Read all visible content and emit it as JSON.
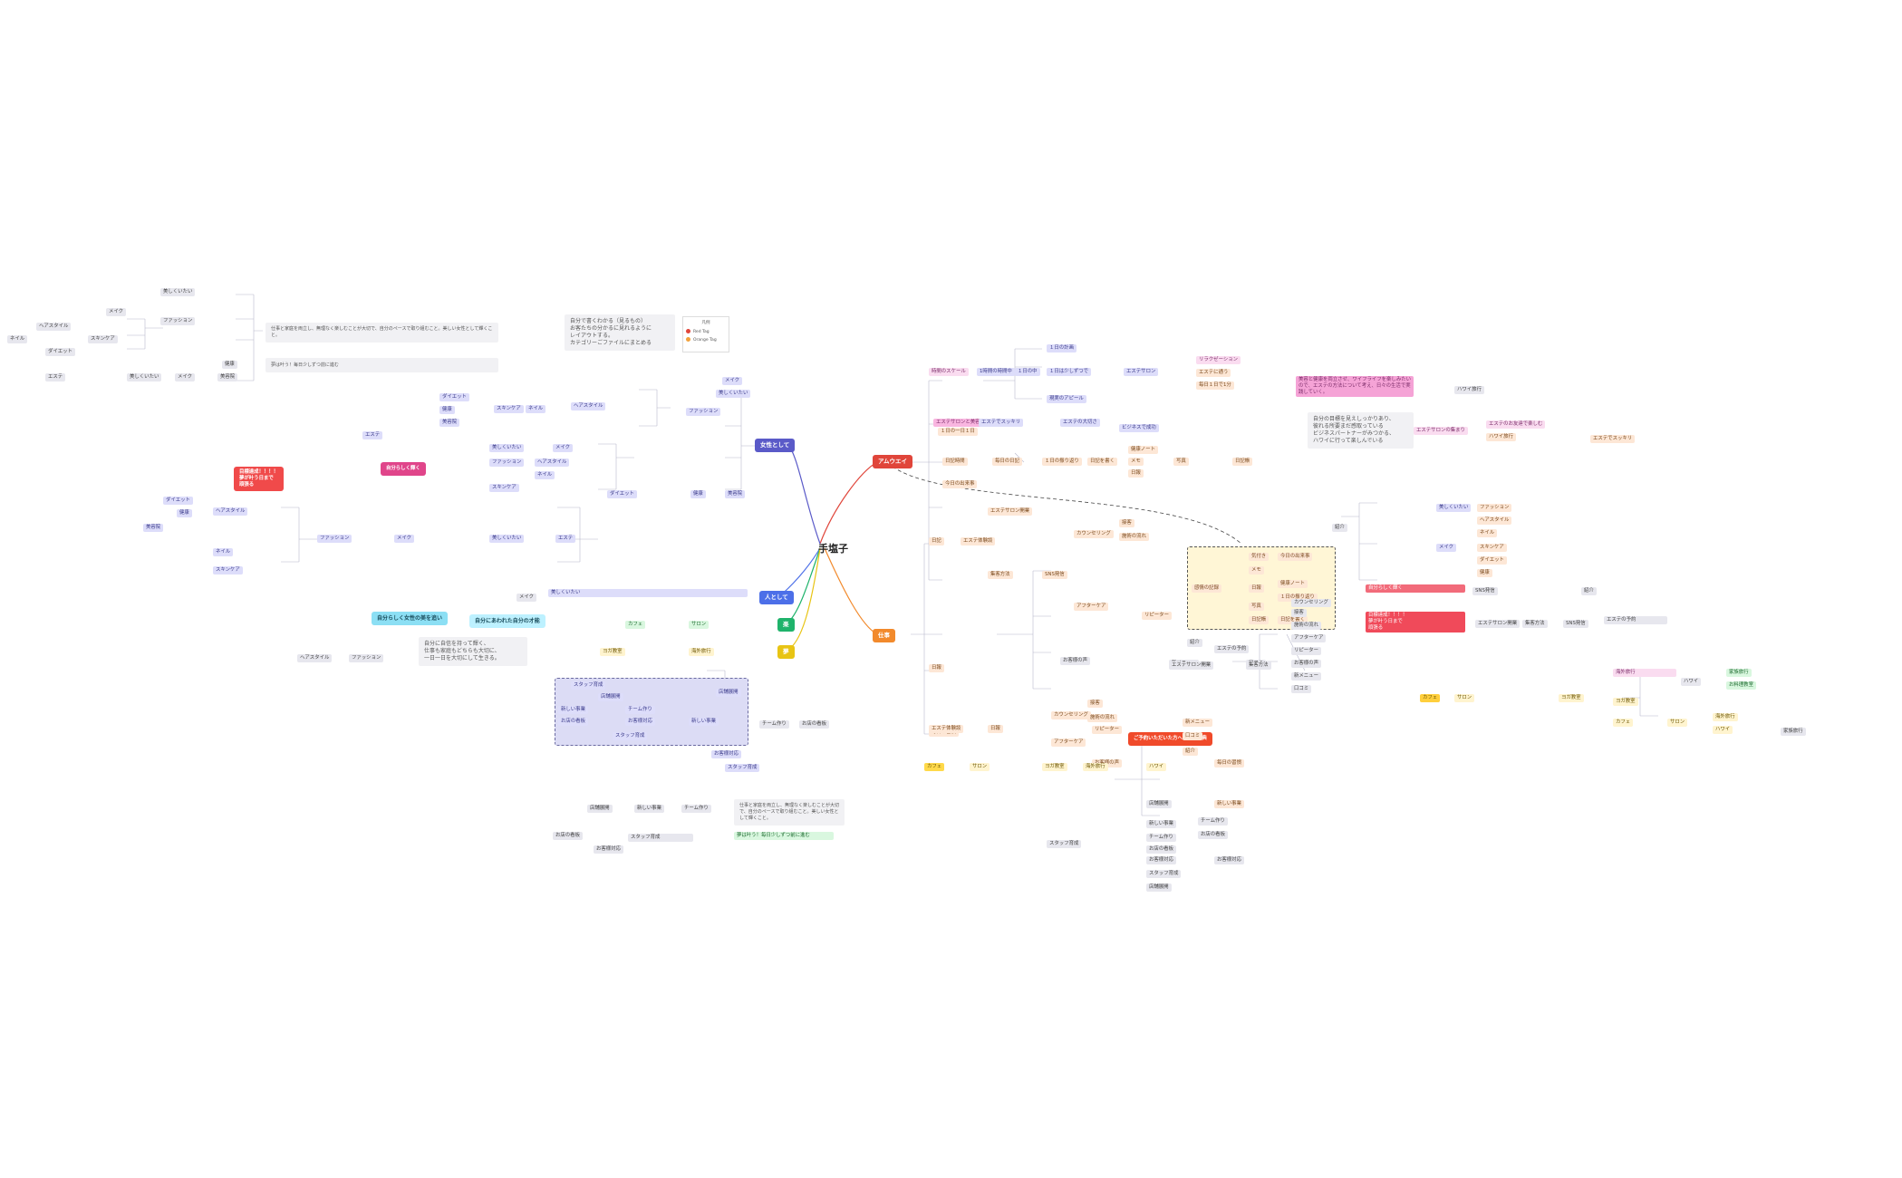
{
  "center": "手塩子",
  "main": {
    "awuei": "アムウエイ",
    "josei": "女性として",
    "hito": "人として",
    "kyomi": "楽",
    "yume": "夢",
    "shigoto": "仕事"
  },
  "intro_note": "自分で書くわかる（見るもの）\nお客たちの分かるに見れるように\nレイアウトする。\nカテゴリーごファイルにまとめる",
  "legend": {
    "title": "凡例",
    "red": "Red Tag",
    "orange": "Orange Tag"
  },
  "awuei_nodes": {
    "n1": "時間のスケール",
    "n2": "1時間の時間中",
    "n3": "１日の中",
    "n4": "１日は少しずつで",
    "n5": "１日の計画",
    "n6": "毎日１日で1分",
    "n7": "１日の一日１日",
    "n8": "エステサロン",
    "n9": "リラクゼーション",
    "n10": "エステに通う",
    "n11": "現実のアピール",
    "m1": "エステサロンと美容室",
    "m2": "エステでスッキリ",
    "m3": "エステの大切さ",
    "m4": "ビジネスで成功",
    "note_r": "自分の目標を見えしっかりあり、\n彼れる所要まだ感取っている\nビジネスパートナーがみつかる、\nハワイに行って楽しんでいる",
    "r1": "エステサロンの集まり",
    "r2": "エステのお友達で楽しむ",
    "r3": "ハワイ旅行",
    "pink_note": "美容と健康を両立させ、ワイフライフを楽しみたいので、エステの方法について考え、日々の生活で実践していく。"
  },
  "shigoto_nodes": {
    "s1": "日記時間",
    "s2": "毎日の日記",
    "s3": "１日の振り返り",
    "s4": "日記を書く",
    "s5": "健康ノート",
    "s6": "メモ",
    "s7": "日報",
    "s8": "写真",
    "s9": "日記帳",
    "s10": "今日の出来事",
    "s11": "感情の記録",
    "s12": "気付き",
    "box1": "日記",
    "box2": "エステ体験談",
    "box3": "日報",
    "box4": "毎日の習慣",
    "box5": "エステの予約",
    "red1": "ご予約いただいた方への特別特典",
    "q1": "カウンセリング",
    "q2": "接客",
    "q3": "施術の流れ",
    "q4": "アフターケア",
    "q5": "リピーター",
    "q6": "お客様の声",
    "q7": "新メニュー",
    "q8": "口コミ",
    "q9": "紹介",
    "t1": "エステサロン開業",
    "t2": "集客方法",
    "t3": "SNS発信"
  },
  "yume_nodes": {
    "y1": "カフェ",
    "y2": "サロン",
    "y3": "ヨガ教室",
    "y4": "海外旅行",
    "y5": "ハワイ",
    "y6": "家族旅行",
    "y7": "お料理教室"
  },
  "josei_nodes": {
    "j1": "美しくいたい",
    "j2": "メイク",
    "j3": "ファッション",
    "j4": "ヘアスタイル",
    "j5": "ネイル",
    "j6": "スキンケア",
    "j7": "ダイエット",
    "j8": "健康",
    "j9": "美容院",
    "j10": "エステ"
  },
  "left_note": "仕事と家庭を両立し、無理なく楽しむことが大切で、自分のペースで取り組むこと。美しい女性として輝くこと。",
  "pink_red_tag": "自分らしく輝く",
  "red_top_tag": "目標達成！！！！\n夢が叶う日まで\n頑張る",
  "cyan1": "自分らしく女性の美を追い",
  "cyan2": "自分にあわれた自分の才能",
  "left_note2": "自分に自信を持って輝く、\n仕事も家庭もどちらも大切に、\n一日一日を大切にして生きる。",
  "bottom_nodes": {
    "b1": "スタッフ育成",
    "b2": "店舗展開",
    "b3": "新しい事業",
    "b4": "チーム作り",
    "b5": "お店の看板",
    "b6": "お客様対応",
    "green_note": "夢は叶う！毎日少しずつ前に進む"
  }
}
